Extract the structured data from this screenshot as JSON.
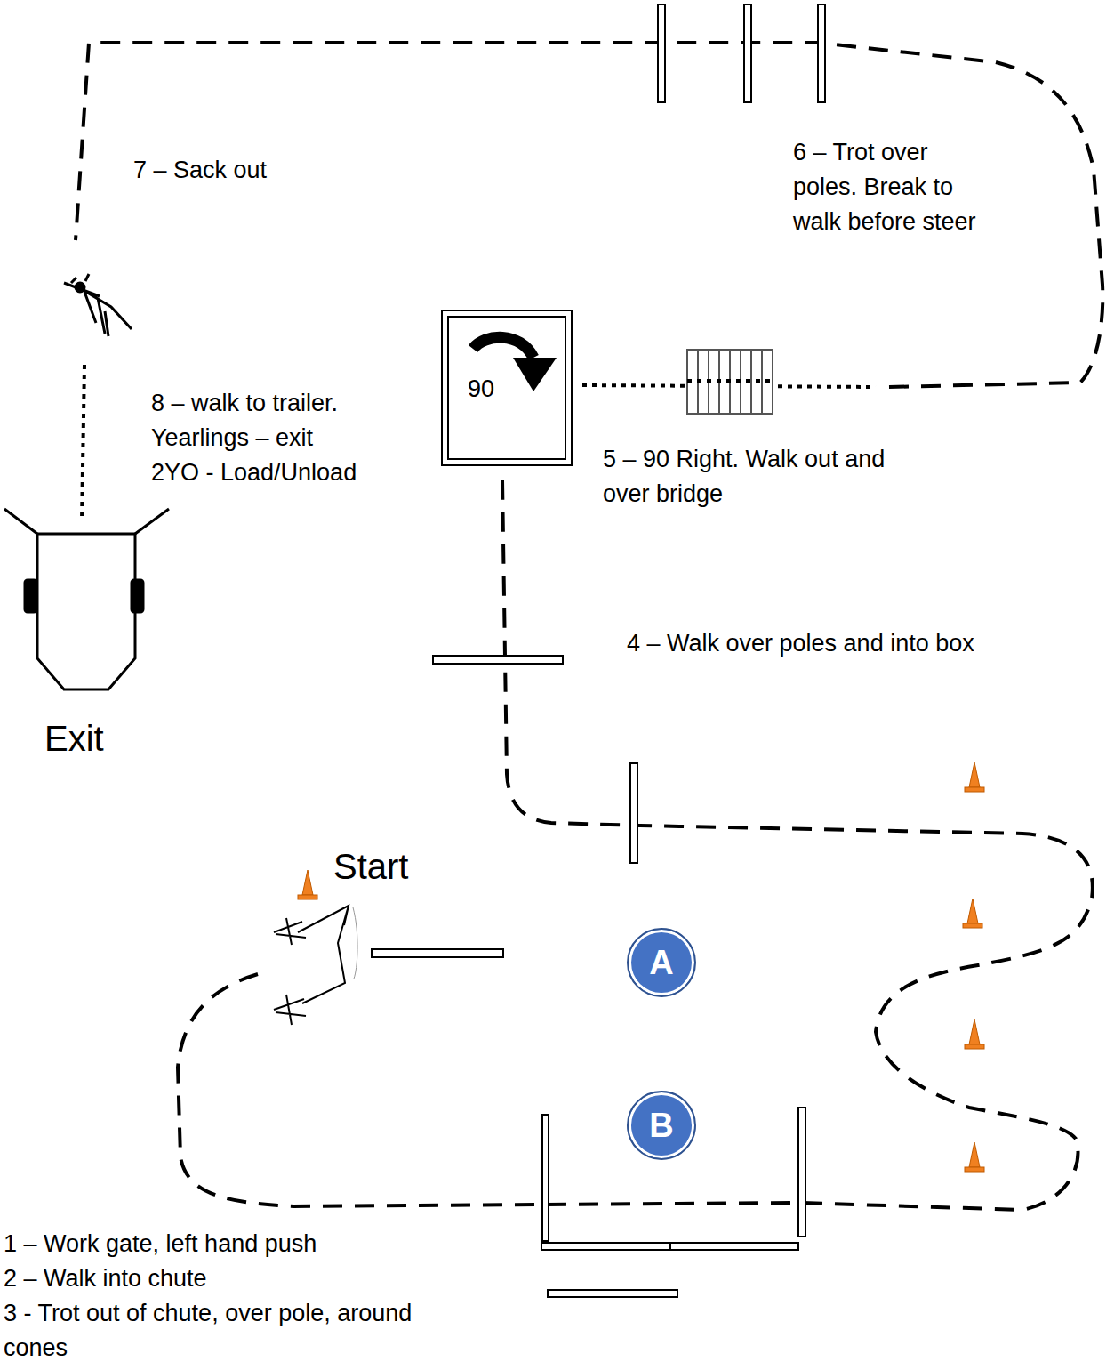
{
  "diagram": {
    "nodes": [
      {
        "text": [
          "90"
        ]
      },
      {
        "text": [
          "A"
        ]
      },
      {
        "text": [
          "B"
        ]
      }
    ],
    "labels": [
      "7 – Sack out",
      "6 – Trot over poles.  Break to walk before steer",
      "8 – walk to trailer.",
      "Yearlings – exit",
      "2YO -  Load/Unload",
      "5 – 90 Right.  Walk out and over bridge",
      "4 – Walk over poles and into box",
      "Exit",
      "Start",
      "1 – Work gate, left hand push",
      "2 – Walk into chute",
      "3 - Trot out of chute, over pole, around cones"
    ]
  }
}
